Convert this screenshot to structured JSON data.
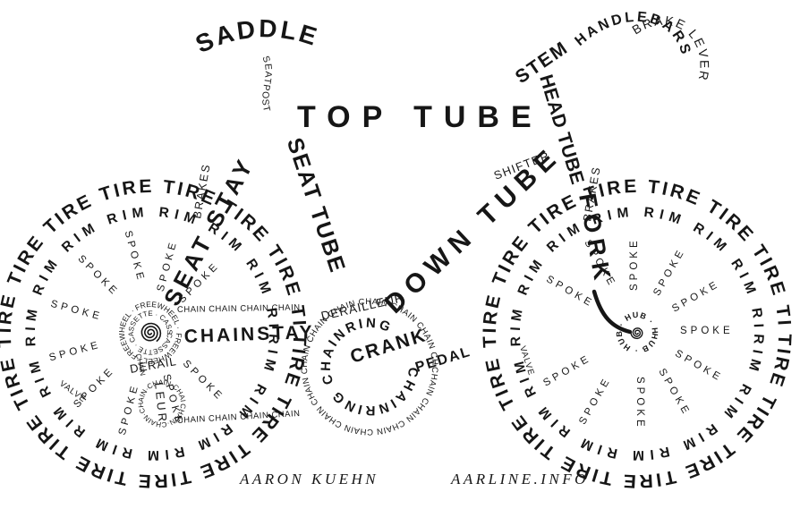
{
  "artwork": {
    "parts": {
      "saddle": "SADDLE",
      "seatpost": "SEATPOST",
      "top_tube": "TOP TUBE",
      "seat_stay": "SEAT STAY",
      "seat_tube": "SEAT TUBE",
      "head_tube": "HEAD TUBE",
      "down_tube": "DOWN TUBE",
      "fork": "FORK",
      "stem": "STEM",
      "handlebars": "HANDLEBARS",
      "brake_lever": "BRAKE LEVER",
      "brakes": "BRAKES",
      "shifter": "SHIFTER",
      "tire": "TIRE",
      "rim": "RIM",
      "spoke": "SPOKE",
      "hub": "HUB",
      "valve": "VALVE",
      "chain": "CHAIN",
      "chainstay": "CHAINSTAY",
      "chainring": "CHAINRING",
      "crank": "CRANK",
      "pedal": "PEDAL",
      "derailleur": "DERAILLEUR",
      "derailleur_rear_line1": "DERAIL",
      "derailleur_rear_line2": "LEUR",
      "freewheel": "FREEWHEEL",
      "cassette": "CASSETTE"
    },
    "credits": {
      "artist": "AARON KUEHN",
      "site": "AARLINE.INFO"
    },
    "colors": {
      "ink": "#161616",
      "background": "#ffffff"
    }
  }
}
